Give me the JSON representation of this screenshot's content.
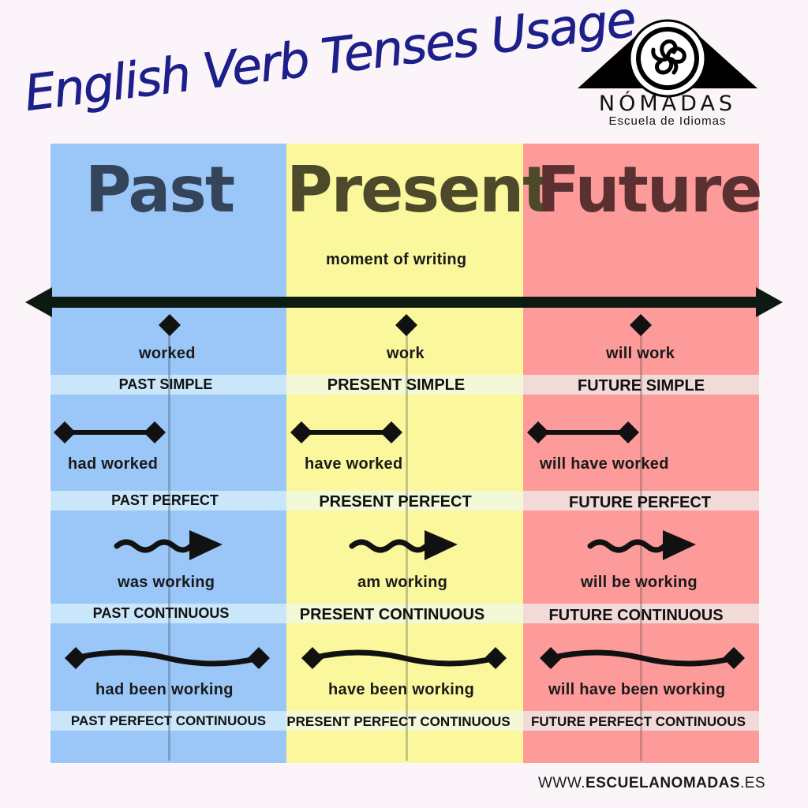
{
  "title": "English Verb Tenses Usage",
  "logo": {
    "name": "NÓMADAS",
    "tagline": "Escuela de Idiomas"
  },
  "columns": {
    "past": {
      "heading": "Past",
      "color": "#9ac7f8",
      "band_color": "#c9e6fa",
      "text_color": "#34445a"
    },
    "present": {
      "heading": "Present",
      "color": "#fbf79c",
      "band_color": "#f3f8d7",
      "text_color": "#4d4a2c"
    },
    "future": {
      "heading": "Future",
      "color": "#fc9b9a",
      "band_color": "#f2dad8",
      "text_color": "#5a3030"
    }
  },
  "timeline": {
    "moment_label": "moment of writing",
    "color": "#0c1a12"
  },
  "rows": [
    {
      "aspect": "simple",
      "past": {
        "verb": "worked",
        "tense": "PAST SIMPLE"
      },
      "present": {
        "verb": "work",
        "tense": "PRESENT SIMPLE"
      },
      "future": {
        "verb": "will work",
        "tense": "FUTURE SIMPLE"
      }
    },
    {
      "aspect": "perfect",
      "past": {
        "verb": "had worked",
        "tense": "PAST PERFECT"
      },
      "present": {
        "verb": "have worked",
        "tense": "PRESENT PERFECT"
      },
      "future": {
        "verb": "will have worked",
        "tense": "FUTURE PERFECT"
      }
    },
    {
      "aspect": "continuous",
      "past": {
        "verb": "was working",
        "tense": "PAST CONTINUOUS"
      },
      "present": {
        "verb": "am working",
        "tense": "PRESENT CONTINUOUS"
      },
      "future": {
        "verb": "will be working",
        "tense": "FUTURE CONTINUOUS"
      }
    },
    {
      "aspect": "perfect-continuous",
      "past": {
        "verb": "had been working",
        "tense": "PAST PERFECT CONTINUOUS"
      },
      "present": {
        "verb": "have been working",
        "tense": "PRESENT PERFECT CONTINUOUS"
      },
      "future": {
        "verb": "will have been working",
        "tense": "FUTURE PERFECT CONTINUOUS"
      }
    }
  ],
  "footer": {
    "url_prefix": "WWW.",
    "url_main": "ESCUELANOMADAS",
    "url_suffix": ".ES"
  }
}
